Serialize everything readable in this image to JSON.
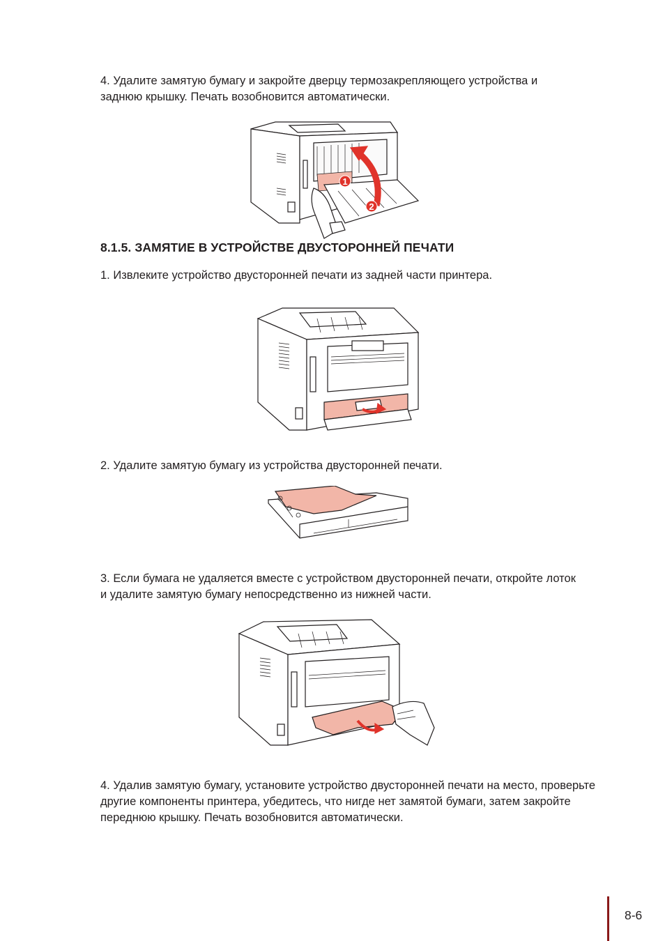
{
  "steps_top": {
    "step4_fuser": {
      "line1": "4. Удалите замятую бумагу и закройте дверцу термозакрепляющего устройства и",
      "line2": "заднюю крышку. Печать возобновится автоматически."
    }
  },
  "section": {
    "title": "8.1.5. ЗАМЯТИЕ В УСТРОЙСТВЕ ДВУСТОРОННЕЙ ПЕЧАТИ",
    "step1": "1. Извлеките устройство двусторонней печати из задней части принтера.",
    "step2": "2. Удалите замятую бумагу из устройства двусторонней печати.",
    "step3": {
      "line1": "3. Если бумага не удаляется вместе с устройством двусторонней печати, откройте лоток",
      "line2": "и удалите замятую бумагу непосредственно из нижней части."
    },
    "step4": {
      "line1": "4. Удалив замятую бумагу, установите устройство двусторонней печати на место, проверьте",
      "line2": "другие компоненты принтера, убедитесь, что нигде нет замятой бумаги, затем закройте",
      "line3": "переднюю крышку. Печать возобновится автоматически."
    }
  },
  "figure1": {
    "callout1": "1",
    "callout2": "2"
  },
  "footer": {
    "page_number": "8-6"
  },
  "colors": {
    "accent": "#8a1a1a",
    "jam_paper": "#f2b6a8",
    "arrow_red": "#e0332a"
  }
}
